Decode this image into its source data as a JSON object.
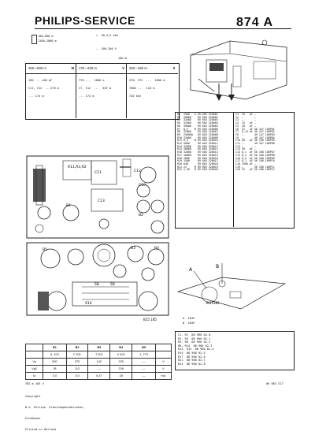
{
  "header": {
    "brand": "PHILIPS-SERVICE",
    "model": "874 A"
  },
  "top_left": {
    "line1": "190—580 m",
    "line2": "1100—2000 m",
    "center_top": "=  28,2/2 kHz",
    "center_bottom": "—  100-200 V",
    "mid_label": "100 W"
  },
  "bands": [
    {
      "freq": "200—500 m",
      "roman": "III",
      "r1": "190  ...100 pF",
      "r2": "C11, C12  ...270 m",
      "r3": "... 174 m"
    },
    {
      "freq": "170—230 m",
      "roman": "V",
      "r1": "770 ...  1000 m",
      "r2": "C7, C12  ...  507 m",
      "r3": "... 174 m"
    },
    {
      "freq": "200—250 m",
      "roman": "II",
      "r1": "570, 572  ...  1000 m",
      "r2": "7000 ...  110 m",
      "r3": "720 kHz"
    }
  ],
  "parts_table": {
    "col1": [
      [
        "R1",
        "2500",
        "G"
      ],
      [
        "R2",
        "50000",
        ""
      ],
      [
        "R3",
        "32000",
        ""
      ],
      [
        "R5",
        "32000",
        ""
      ],
      [
        "R6",
        "50000",
        ""
      ],
      [
        "R7",
        "0,5",
        "M"
      ],
      [
        "R8",
        "32000",
        ""
      ],
      [
        "R9",
        "250000",
        ""
      ],
      [
        "R10",
        "32000",
        ""
      ],
      [
        "R11",
        "0,5",
        "M"
      ],
      [
        "R12",
        "5000",
        ""
      ],
      [
        "R14",
        "32000",
        ""
      ],
      [
        "R15",
        "50000",
        ""
      ],
      [
        "R16",
        "32000",
        ""
      ],
      [
        "R17",
        "10000",
        ""
      ],
      [
        "R18",
        "2000",
        ""
      ],
      [
        "R19",
        "1500",
        ""
      ],
      [
        "R20",
        "640",
        ""
      ],
      [
        "R21",
        "22",
        "M"
      ],
      [
        "R22",
        "2,50",
        "M"
      ]
    ],
    "col2": [
      "09 603 320001",
      "09 603 320002",
      "09 603 320003",
      "09 603 320004",
      "09 603 320005",
      "09 603 320006",
      "09 603 320007",
      "09 603 320008",
      "09 603 320009",
      "09 603 320010",
      "09 603 320011",
      "09 603 320012",
      "09 603 320013",
      "09 603 320014",
      "09 603 320015",
      "09 603 320016",
      "09 603 320017",
      "09 603 320018",
      "09 603 320019",
      "09 603 320020"
    ],
    "col3": [
      [
        "C1",
        "15",
        "pF"
      ],
      [
        "C2",
        "—",
        ""
      ],
      [
        "C3",
        "—",
        ""
      ],
      [
        "C4",
        "15",
        "pF"
      ],
      [
        "C5",
        "20",
        "pF"
      ],
      [
        "C6",
        "32",
        "pF"
      ],
      [
        "C7",
        "0,15",
        "pF"
      ],
      [
        "C8",
        "—",
        ""
      ],
      [
        "C9",
        "—",
        ""
      ],
      [
        "C10",
        "50",
        "pF"
      ],
      [
        "C11",
        "—",
        ""
      ],
      [
        "C12",
        "—",
        ""
      ],
      [
        "C13",
        "50",
        "pF"
      ],
      [
        "C14",
        "0,1",
        "µF"
      ],
      [
        "C15",
        "0,1",
        "µF"
      ],
      [
        "C16",
        "0,5",
        "µF"
      ],
      [
        "C17",
        "0,1",
        "µF"
      ],
      [
        "C18",
        "2500",
        "pF"
      ],
      [
        "C19",
        "—",
        ""
      ],
      [
        "C20",
        "32",
        "µF"
      ]
    ],
    "col4": [
      "—",
      "—",
      "—",
      "—",
      "—",
      "48 447 100P01",
      "48 447 100P02",
      "49 147 100P03",
      "48 447 100P04",
      "56 100 100P05",
      "48 447 100P06",
      "—",
      "—",
      "56 100 100P07",
      "56 100 100P08",
      "56 100 100P09",
      "56 100 100P10",
      "—",
      "56 100 100P11",
      "56 100 100P12"
    ]
  },
  "right_lower": {
    "labels": [
      "A  1845",
      "B  1849"
    ],
    "parts": [
      "C1, R1  08 960 02.0",
      "R2, R3  08 960 02.1",
      "R5, R6  08 960 02.2",
      "R8, R14  08 960 02.3",
      "R12, R13  08 960 02.4",
      "R15  08 960 02.5",
      "R17  08 960 02.6",
      "R21  08 960 02.7",
      "R24  08 960 02.8"
    ]
  },
  "diagrams": {
    "label_chassis": "R11,R3,R2",
    "label_c11": "C11",
    "label_c12": "C12",
    "label_c13": "C13",
    "label_c10": "C10",
    "label_b2": "B2",
    "label_b1": "B1",
    "label_b3": "B3",
    "label_b4": "B4",
    "label_b5": "B5",
    "label_s8": "S8",
    "label_s9": "S9",
    "label_sw": "S10",
    "label_bottom": "B15 185",
    "label_dial": "BI15185",
    "label_a": "A",
    "label_b": "B"
  },
  "bottom_table": {
    "header": [
      "",
      "B1",
      "B2",
      "B3",
      "B4",
      "B5"
    ],
    "sub": [
      "",
      "5, 103",
      "F 201",
      "T 201",
      "V 401",
      "1, 273"
    ],
    "rows": [
      {
        "label": "Va",
        "cells": [
          "500",
          "270",
          "142",
          "225",
          "—"
        ]
      },
      {
        "label": "Vg2",
        "cells": [
          "28",
          "112",
          "—",
          "226",
          "—"
        ]
      },
      {
        "label": "Ia",
        "cells": [
          "3,0",
          "3,0",
          "0,37",
          "28",
          "—"
        ]
      }
    ],
    "side": [
      "V",
      "V",
      "mA"
    ]
  },
  "footer": {
    "left_note": "TDS m 103 V",
    "right_note": "06 062 S17",
    "lines": [
      "Copyright",
      "N.V. Philips' Gloeilampenfabrieken,",
      "Eindhoven",
      "Printed in Holland"
    ]
  }
}
